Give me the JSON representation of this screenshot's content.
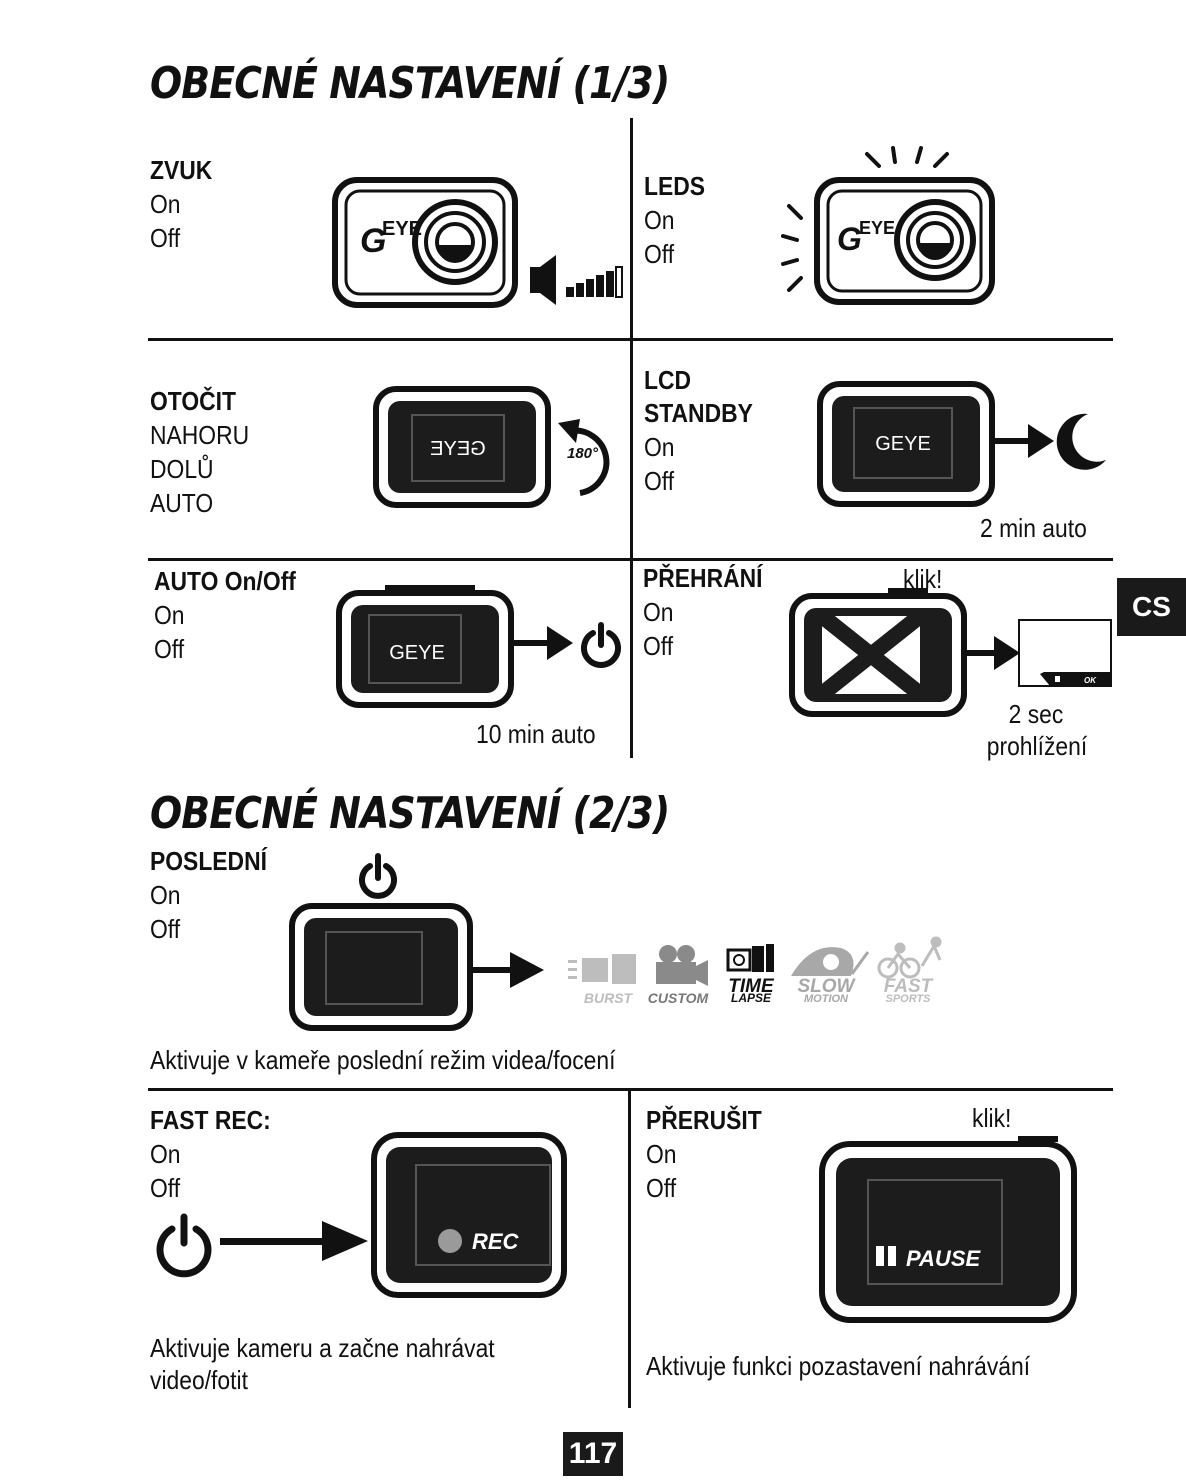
{
  "page_title_1": "OBECNÉ NASTAVENÍ (1/3)",
  "page_title_2": "OBECNÉ NASTAVENÍ (2/3)",
  "language_tab": "CS",
  "page_number": "117",
  "sections": {
    "zvuk": {
      "label": "ZVUK",
      "options": [
        "On",
        "Off"
      ]
    },
    "leds": {
      "label": "LEDS",
      "options": [
        "On",
        "Off"
      ]
    },
    "otocit": {
      "label": "OTOČIT",
      "options": [
        "NAHORU",
        "DOLŮ",
        "AUTO"
      ],
      "badge": "180°",
      "screen_text": "GEYE"
    },
    "lcd_standby": {
      "label_line1": "LCD",
      "label_line2": "STANDBY",
      "options": [
        "On",
        "Off"
      ],
      "note": "2 min auto",
      "screen_text": "GEYE"
    },
    "auto_onoff": {
      "label": "AUTO On/Off",
      "options": [
        "On",
        "Off"
      ],
      "note": "10 min auto",
      "screen_text": "GEYE"
    },
    "prehrani": {
      "label": "PŘEHRÁNÍ",
      "options": [
        "On",
        "Off"
      ],
      "click": "klik!",
      "note_line1": "2 sec",
      "note_line2": "prohlížení",
      "screen_ok": "OK"
    },
    "posledni": {
      "label": "POSLEDNÍ",
      "options": [
        "On",
        "Off"
      ],
      "description": "Aktivuje v kameře poslední režim videa/focení",
      "modes": [
        [
          "BURST",
          ""
        ],
        [
          "CUSTOM",
          ""
        ],
        [
          "TIME",
          "LAPSE"
        ],
        [
          "SLOW",
          "MOTION"
        ],
        [
          "FAST",
          "SPORTS"
        ]
      ]
    },
    "fast_rec": {
      "label": "FAST REC:",
      "options": [
        "On",
        "Off"
      ],
      "screen_text": "REC",
      "description_line1": "Aktivuje kameru a začne nahrávat",
      "description_line2": "video/fotit"
    },
    "prerusit": {
      "label": "PŘERUŠIT",
      "options": [
        "On",
        "Off"
      ],
      "click": "klik!",
      "screen_text": "PAUSE",
      "description": "Aktivuje funkci pozastavení nahrávání"
    }
  },
  "colors": {
    "ink": "#111111",
    "tab_bg": "#1a1a1a",
    "screen": "#1c1c1c",
    "mode_gray": "#9a9a9a",
    "rec_dot": "#9a9a9a"
  }
}
